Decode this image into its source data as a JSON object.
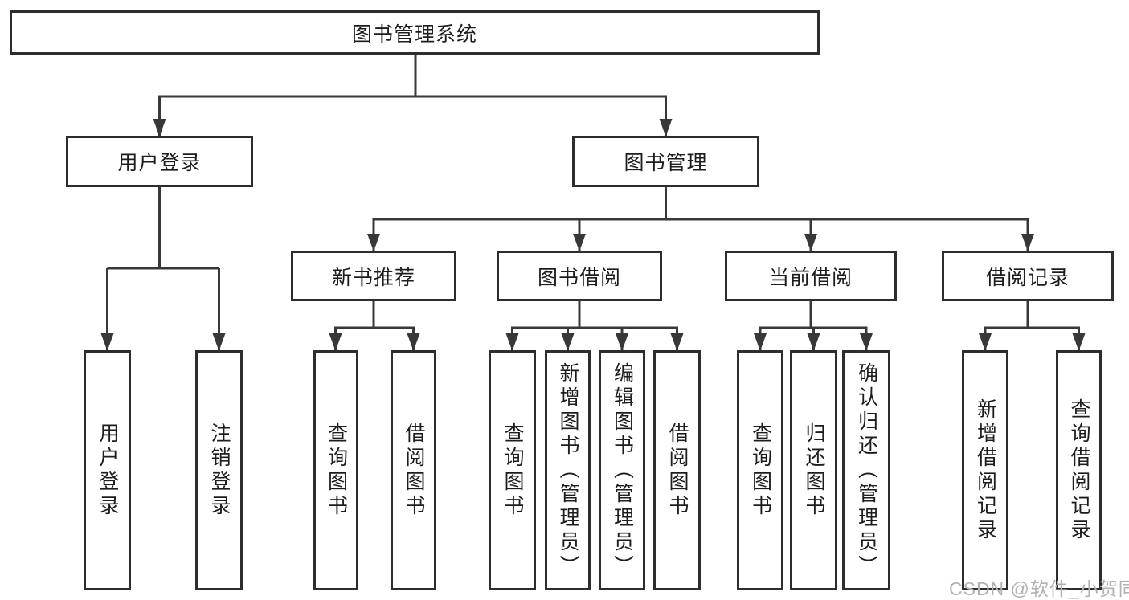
{
  "root": {
    "label": "图书管理系统"
  },
  "level2": [
    {
      "label": "用户登录"
    },
    {
      "label": "图书管理"
    }
  ],
  "level3": [
    {
      "label": "新书推荐"
    },
    {
      "label": "图书借阅"
    },
    {
      "label": "当前借阅"
    },
    {
      "label": "借阅记录"
    }
  ],
  "leaves": {
    "login": [
      "用户登录",
      "注销登录"
    ],
    "new_books": [
      "查询图书",
      "借阅图书"
    ],
    "book_borrow": [
      "查询图书",
      "新增图书（管理员）",
      "编辑图书（管理员）",
      "借阅图书"
    ],
    "current_borrow": [
      "查询图书",
      "归还图书",
      "确认归还（管理员）"
    ],
    "borrow_records": [
      "新增借阅记录",
      "查询借阅记录"
    ]
  },
  "watermark": "CSDN @软件_小贺同学",
  "colors": {
    "line": "#383838",
    "border": "#2d2d2d",
    "text": "#1d1d1d",
    "watermark": "#b2b2b2",
    "background": "#ffffff"
  }
}
